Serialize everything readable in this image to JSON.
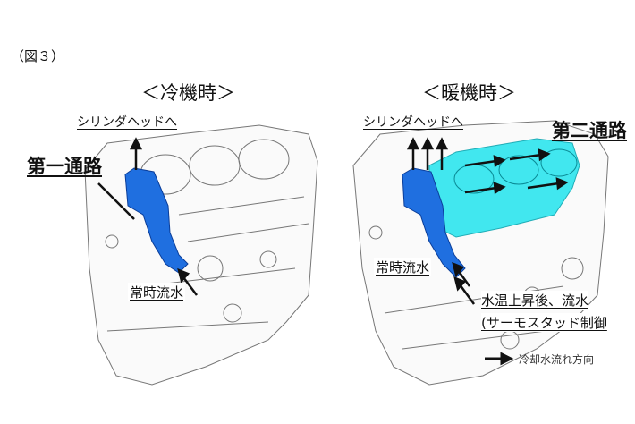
{
  "figure_label": "（図３）",
  "cold": {
    "title": "＜冷機時＞",
    "to_head": "シリンダヘッドへ",
    "passage": "第一通路",
    "flow": "常時流水"
  },
  "warm": {
    "title": "＜暖機時＞",
    "to_head": "シリンダヘッドへ",
    "passage": "第二通路",
    "flow": "常時流水",
    "thermo_line1": "水温上昇後、流水",
    "thermo_line2": "(サーモスタッド制御"
  },
  "legend": {
    "label": "冷却水流れ方向"
  },
  "colors": {
    "first_passage": "#1f6fe0",
    "second_passage": "#2ee6ee",
    "line": "#555555"
  }
}
